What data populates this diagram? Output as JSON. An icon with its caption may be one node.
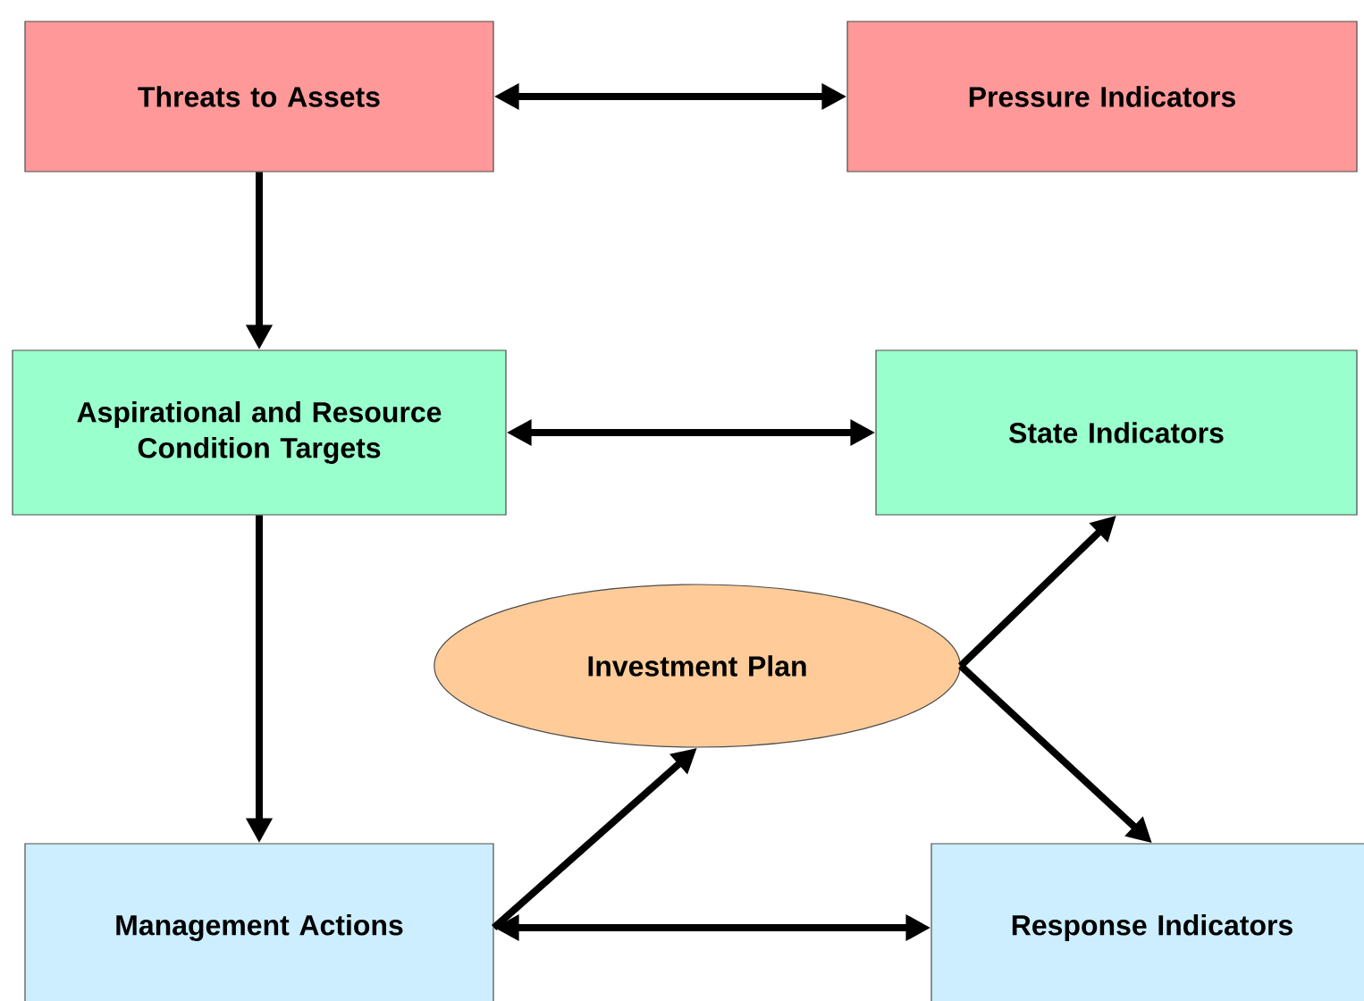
{
  "diagram": {
    "nodes": [
      {
        "text": [
          "Threats to Assets"
        ]
      },
      {
        "text": [
          "Pressure Indicators"
        ]
      },
      {
        "text": [
          "Aspirational and Resource Condition Targets"
        ]
      },
      {
        "text": [
          "State Indicators"
        ]
      },
      {
        "text": [
          "Investment Plan"
        ]
      },
      {
        "text": [
          "Management Actions"
        ]
      },
      {
        "text": [
          "Response Indicators"
        ]
      }
    ],
    "edges": [
      {
        "from": 0,
        "to": 1,
        "arrow": "both"
      },
      {
        "from": 0,
        "to": 2,
        "arrow": "to"
      },
      {
        "from": 2,
        "to": 3,
        "arrow": "both"
      },
      {
        "from": 2,
        "to": 5,
        "arrow": "to"
      },
      {
        "from": 5,
        "to": 4,
        "arrow": "to"
      },
      {
        "from": 4,
        "to": 3,
        "arrow": "to"
      },
      {
        "from": 4,
        "to": 6,
        "arrow": "to"
      },
      {
        "from": 5,
        "to": 6,
        "arrow": "both"
      }
    ]
  }
}
